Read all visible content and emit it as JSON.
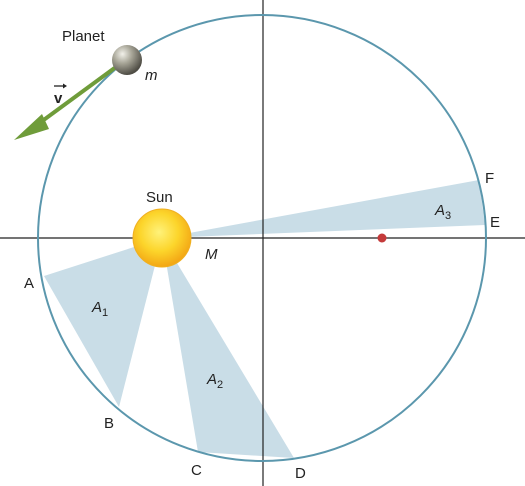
{
  "labels": {
    "planet": "Planet",
    "planet_mass": "m",
    "velocity": "v",
    "sun": "Sun",
    "sun_mass": "M",
    "point_a": "A",
    "point_b": "B",
    "point_c": "C",
    "point_d": "D",
    "point_e": "E",
    "point_f": "F",
    "area_1": "A",
    "area_1_sub": "1",
    "area_2": "A",
    "area_2_sub": "2",
    "area_3": "A",
    "area_3_sub": "3"
  },
  "colors": {
    "orbit": "#5b97ad",
    "sector_fill": "#c9dde7",
    "axis": "#222222",
    "velocity_arrow": "#6f9c3a",
    "sun": "#f7b91c",
    "planet": "#8d8b7e",
    "focus_dot": "#c43a3a"
  }
}
